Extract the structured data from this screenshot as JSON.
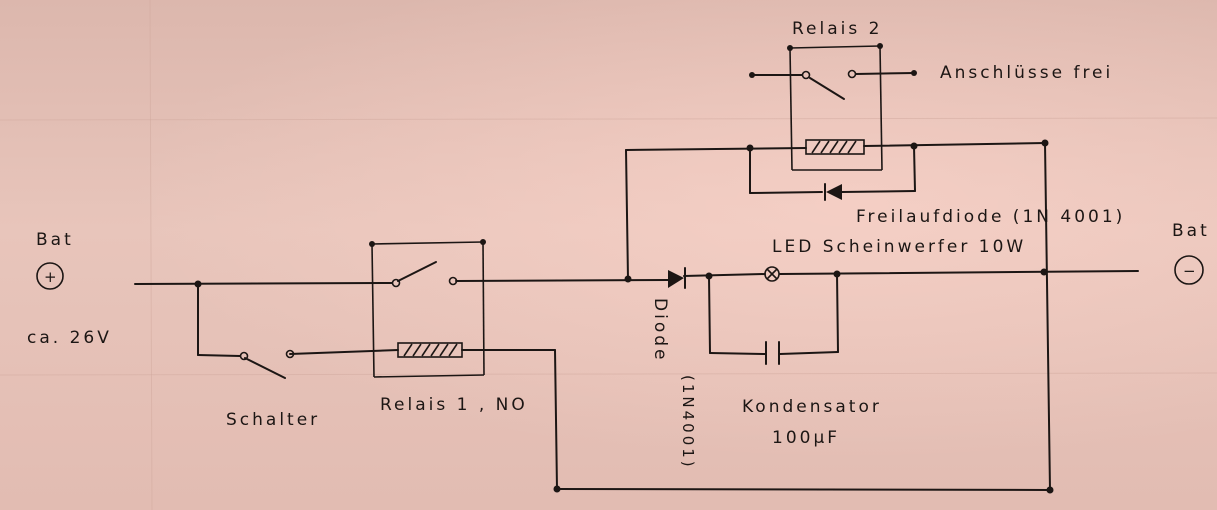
{
  "labels": {
    "bat_plus": "Bat",
    "bat_minus": "Bat",
    "plus_sign": "+",
    "minus_sign": "−",
    "voltage": "ca. 26V",
    "switch": "Schalter",
    "relay1": "Relais 1 , NO",
    "relay2": "Relais 2",
    "connections_free": "Anschlüsse frei",
    "freewheel_diode": "Freilaufdiode (1N 4001)",
    "led": "LED Scheinwerfer 10W",
    "diode": "Diode",
    "diode_type": "(1N4001)",
    "capacitor": "Kondensator",
    "capacitor_value": "100µF"
  },
  "colors": {
    "paper": "#e9c6bc",
    "ink": "#1c1614"
  }
}
